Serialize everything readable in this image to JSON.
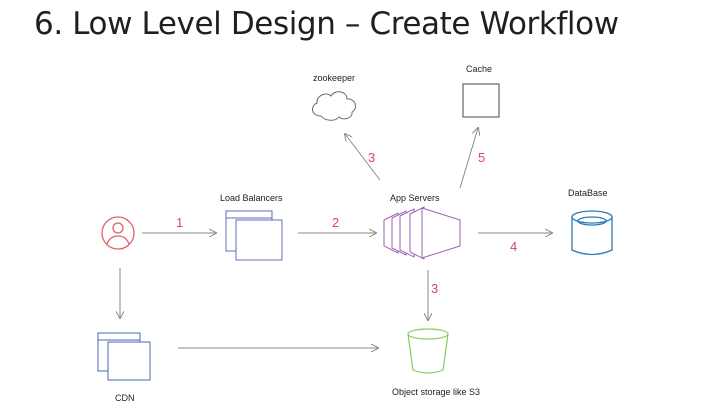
{
  "slide": {
    "title": "6. Low Level Design – Create Workflow"
  },
  "nodes": {
    "user": {
      "icon": "user-icon"
    },
    "load_balancers": {
      "label": "Load Balancers",
      "icon": "stacked-windows-icon"
    },
    "app_servers": {
      "label": "App Servers",
      "icon": "stacked-servers-icon"
    },
    "zookeeper": {
      "label": "zookeeper",
      "icon": "cloud-icon"
    },
    "cache": {
      "label": "Cache",
      "icon": "square-icon"
    },
    "database": {
      "label": "DataBase",
      "icon": "database-cylinder-icon"
    },
    "object_storage": {
      "label": "Object storage like S3",
      "icon": "bucket-icon"
    },
    "cdn": {
      "label": "CDN",
      "icon": "stacked-windows-icon"
    }
  },
  "edges": [
    {
      "from": "user",
      "to": "load_balancers",
      "label": "1"
    },
    {
      "from": "load_balancers",
      "to": "app_servers",
      "label": "2"
    },
    {
      "from": "app_servers",
      "to": "zookeeper",
      "label": "3"
    },
    {
      "from": "app_servers",
      "to": "object_storage",
      "label": "3"
    },
    {
      "from": "app_servers",
      "to": "database",
      "label": "4"
    },
    {
      "from": "app_servers",
      "to": "cache",
      "label": "5"
    },
    {
      "from": "user",
      "to": "cdn",
      "label": ""
    },
    {
      "from": "cdn",
      "to": "object_storage",
      "label": ""
    }
  ],
  "colors": {
    "arrow": "#8a8a8a",
    "edge_label": "#d9485f",
    "user": "#e0606a",
    "load_balancers": "#5b6fc2",
    "app_servers": "#9b62b5",
    "zookeeper": "#6a6a6a",
    "cache": "#444444",
    "database": "#2f78b5",
    "object_storage": "#8cc95f",
    "cdn": "#4a64b8"
  }
}
